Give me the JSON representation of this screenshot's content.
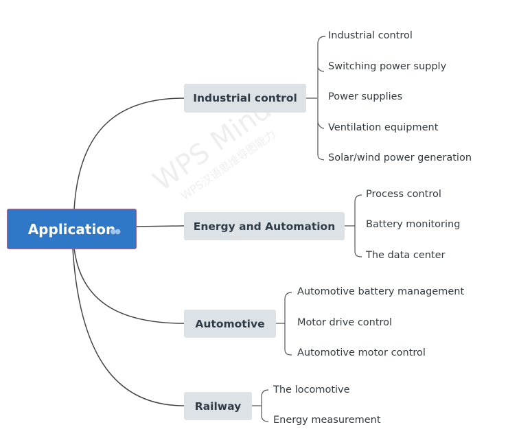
{
  "root": {
    "label": "Application"
  },
  "branches": [
    {
      "label": "Industrial control",
      "leaves": [
        "Industrial control",
        "Switching power supply",
        "Power supplies",
        "Ventilation equipment",
        "Solar/wind power generation"
      ]
    },
    {
      "label": "Energy and Automation",
      "leaves": [
        "Process control",
        "Battery monitoring",
        "The data center"
      ]
    },
    {
      "label": "Automotive",
      "leaves": [
        "Automotive battery management",
        "Motor drive control",
        "Automotive motor control"
      ]
    },
    {
      "label": "Railway",
      "leaves": [
        "The locomotive",
        "Energy measurement"
      ]
    }
  ],
  "watermark": {
    "line1": "WPS Mind",
    "line2": "WPS汉语思维导图能力"
  },
  "colors": {
    "root_fill": "#2e78c7",
    "branch_fill": "#dde2e6",
    "line": "#444444"
  }
}
